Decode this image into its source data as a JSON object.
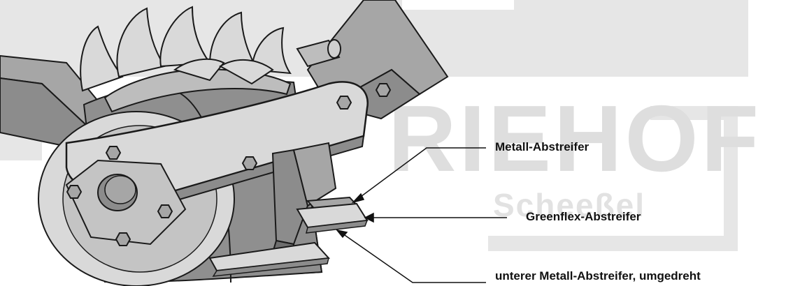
{
  "watermark": {
    "brand": "RIEHOF",
    "location": "Scheeßel"
  },
  "labels": {
    "metal_scraper": "Metall-Abstreifer",
    "greenflex_scraper": "Greenflex-Abstreifer",
    "lower_metal_scraper": "unterer Metall-Abstreifer, umgedreht"
  },
  "colors": {
    "outline": "#1a1a1a",
    "metal_light": "#d9d9d9",
    "metal_mid": "#a6a6a6",
    "metal_dark": "#6e6e6e",
    "watermark": "#c8c8c8"
  }
}
